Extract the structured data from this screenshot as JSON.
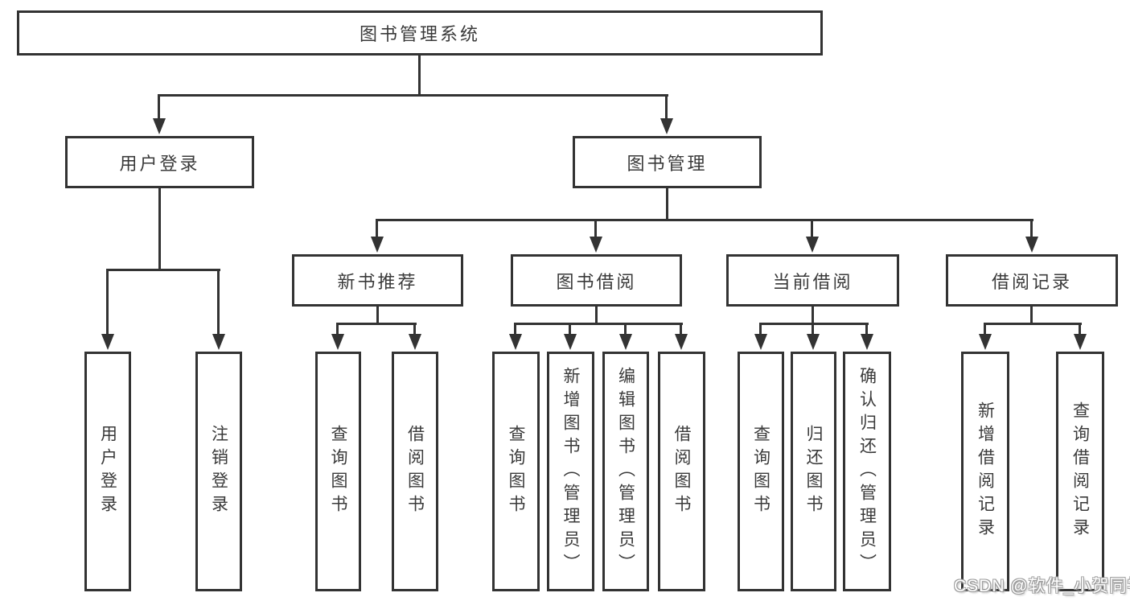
{
  "tree": {
    "label": "图书管理系统",
    "children": [
      {
        "label": "用户登录",
        "children": [
          {
            "label": "用户登录"
          },
          {
            "label": "注销登录"
          }
        ]
      },
      {
        "label": "图书管理",
        "children": [
          {
            "label": "新书推荐",
            "children": [
              {
                "label": "查询图书"
              },
              {
                "label": "借阅图书"
              }
            ]
          },
          {
            "label": "图书借阅",
            "children": [
              {
                "label": "查询图书"
              },
              {
                "label": "新增图书（管理员）"
              },
              {
                "label": "编辑图书（管理员）"
              },
              {
                "label": "借阅图书"
              }
            ]
          },
          {
            "label": "当前借阅",
            "children": [
              {
                "label": "查询图书"
              },
              {
                "label": "归还图书"
              },
              {
                "label": "确认归还（管理员）"
              }
            ]
          },
          {
            "label": "借阅记录",
            "children": [
              {
                "label": "新增借阅记录"
              },
              {
                "label": "查询借阅记录"
              }
            ]
          }
        ]
      }
    ]
  },
  "watermark": {
    "text": "CSDN @软件_小贺同学"
  },
  "colors": {
    "line": "#333333",
    "text": "#3a3a3a",
    "background": "#ffffff"
  }
}
